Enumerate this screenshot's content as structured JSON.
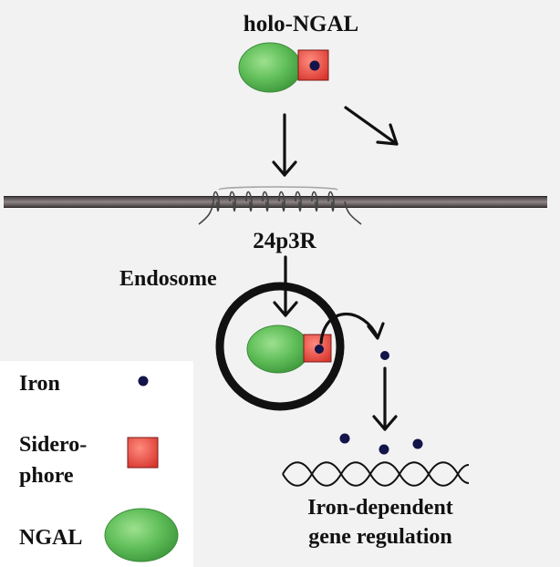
{
  "labels": {
    "holo_ngal": "holo-NGAL",
    "receptor": "24p3R",
    "endosome": "Endosome",
    "gene_regulation_line1": "Iron-dependent",
    "gene_regulation_line2": "gene regulation"
  },
  "legend": {
    "iron": "Iron",
    "siderophore_line1": "Sidero-",
    "siderophore_line2": "phore",
    "ngal": "NGAL"
  },
  "colors": {
    "background": "#f2f2f3",
    "ngal_green": "#5fbf5a",
    "siderophore_red": "#e2473f",
    "iron_navy": "#13144a",
    "membrane": "#5c5556"
  }
}
